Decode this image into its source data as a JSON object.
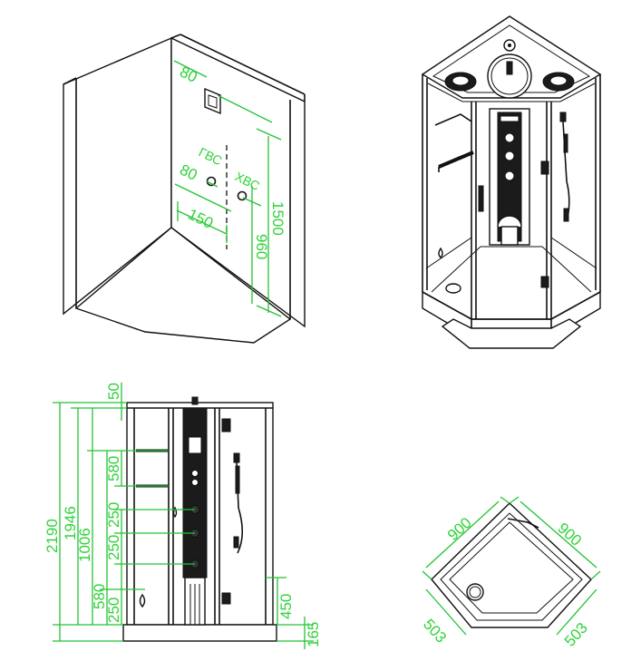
{
  "wall_view": {
    "hot_label": "ГВС",
    "cold_label": "ХВС",
    "dim_80_top": "80",
    "dim_80_mid": "80",
    "dim_150": "150",
    "dim_960": "960",
    "dim_1500": "1500"
  },
  "front_view": {
    "dim_50": "50",
    "dim_580_top": "580",
    "dim_250_a": "250",
    "dim_250_b": "250",
    "dim_250_c": "250",
    "dim_580_bottom": "580",
    "dim_1006": "1006",
    "dim_1946": "1946",
    "dim_2190": "2190",
    "dim_450": "450",
    "dim_165": "165"
  },
  "plan_view": {
    "dim_900_left": "900",
    "dim_900_right": "900",
    "dim_503_left": "503",
    "dim_503_right": "503"
  },
  "colors": {
    "dimension": "#2fd23a",
    "outline": "#111111"
  }
}
